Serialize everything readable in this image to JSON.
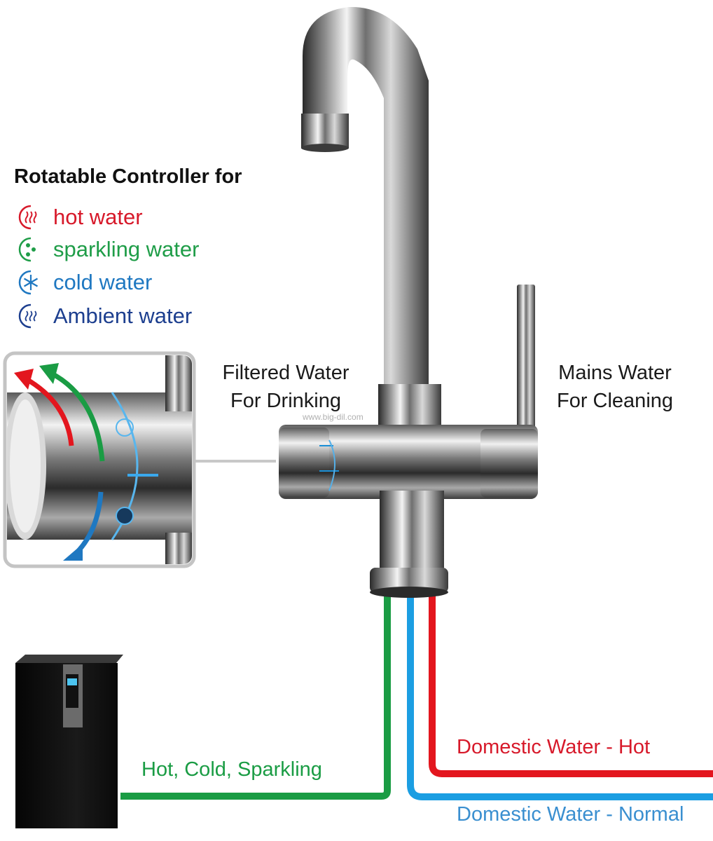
{
  "legend": {
    "title": "Rotatable Controller for",
    "items": [
      {
        "label": "hot water",
        "icon": "hot-water-icon",
        "color": "#d7192a"
      },
      {
        "label": "sparkling water",
        "icon": "sparkling-water-icon",
        "color": "#1f9d48"
      },
      {
        "label": "cold water",
        "icon": "cold-water-icon",
        "color": "#1f78c1"
      },
      {
        "label": "Ambient water",
        "icon": "ambient-water-icon",
        "color": "#1d3f8f"
      }
    ]
  },
  "captions": {
    "filtered": [
      "Filtered Water",
      "For Drinking"
    ],
    "mains": [
      "Mains Water",
      "For Cleaning"
    ]
  },
  "pipes": {
    "green_label": "Hot, Cold, Sparkling",
    "red_label": "Domestic Water - Hot",
    "blue_label": "Domestic Water - Normal",
    "colors": {
      "green": "#1a9c44",
      "red": "#e3161e",
      "blue": "#1b9ee2"
    }
  },
  "watermark": "www.big-dil.com"
}
